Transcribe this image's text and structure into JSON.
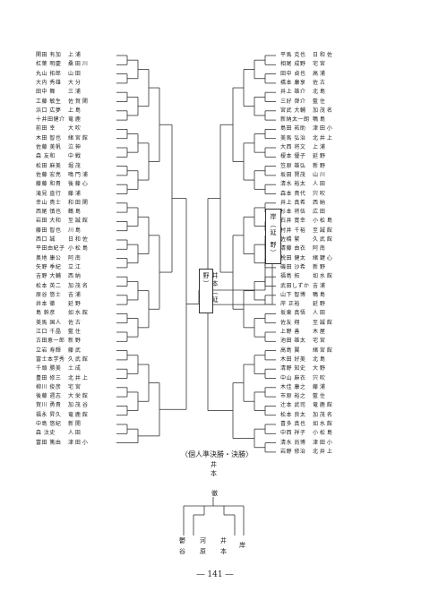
{
  "left_players": [
    {
      "name": "関田 有加",
      "school": "上 浦"
    },
    {
      "name": "杠葉 明慶",
      "school": "桑 田 川"
    },
    {
      "name": "丸山 拓郎",
      "school": "山 田"
    },
    {
      "name": "大内 秀雄",
      "school": "大 分"
    },
    {
      "name": "田中 舞",
      "school": "三 浦"
    },
    {
      "name": "工藤 敏生",
      "school": "佐 賀 関"
    },
    {
      "name": "浜口 広夢",
      "school": "上 島"
    },
    {
      "name": "十井田健介",
      "school": "竜 鹿"
    },
    {
      "name": "前田 幸",
      "school": "大 吹"
    },
    {
      "name": "木田 智也",
      "school": "緒 宮 館"
    },
    {
      "name": "佐藤 美帆",
      "school": "泣 神"
    },
    {
      "name": "森 友和",
      "school": "中 戦"
    },
    {
      "name": "松田 麻美",
      "school": "堀 茂"
    },
    {
      "name": "佐藤 宏亮",
      "school": "鳴 門 浦"
    },
    {
      "name": "藤藤 和貴",
      "school": "後 藤 心"
    },
    {
      "name": "滝見 直行",
      "school": "藤 浦"
    },
    {
      "name": "幸山 貴士",
      "school": "和 田 関"
    },
    {
      "name": "西尾 慎也",
      "school": "鶴 島"
    },
    {
      "name": "岩田 大和",
      "school": "至 誠 館"
    },
    {
      "name": "藤田 智也",
      "school": "川 島"
    },
    {
      "name": "西口 誠",
      "school": "日 和 佐"
    },
    {
      "name": "平田由紀子",
      "school": "小 松 島"
    },
    {
      "name": "奥地 康公",
      "school": "阿 南"
    },
    {
      "name": "矢野 季紀",
      "school": "立 江"
    },
    {
      "name": "吉野 大輔",
      "school": "西 納"
    },
    {
      "name": "松本 英二",
      "school": "加 茂 名"
    },
    {
      "name": "原谷 悠士",
      "school": "吉 浦"
    },
    {
      "name": "井本 徹",
      "school": "延 野"
    },
    {
      "name": "島 幹彦",
      "school": "如 水 館"
    },
    {
      "name": "美馬 国人",
      "school": "佐 古"
    },
    {
      "name": "江口 千晶",
      "school": "藍 住"
    },
    {
      "name": "古田恵一郎",
      "school": "新 野"
    },
    {
      "name": "立岩 寿輝",
      "school": "藤 武"
    },
    {
      "name": "冨士本学秀",
      "school": "久 武 館"
    },
    {
      "name": "千頭 勝美",
      "school": "土 成"
    },
    {
      "name": "豊田 修三",
      "school": "北 井 上"
    },
    {
      "name": "柳川 俊彦",
      "school": "宅 宮"
    },
    {
      "name": "後藤 週志",
      "school": "大 栄 館"
    },
    {
      "name": "賀川 勇貴",
      "school": "加 茂 谷"
    },
    {
      "name": "福永 昇久",
      "school": "竜 鹿 館"
    },
    {
      "name": "中島 悠紀",
      "school": "新 開"
    },
    {
      "name": "森 汰史",
      "school": "人 田"
    },
    {
      "name": "富田 篤由",
      "school": "津 田 小"
    }
  ],
  "right_players": [
    {
      "name": "平馬 克也",
      "school": "日 和 佐"
    },
    {
      "name": "相尾 成野",
      "school": "宅 宮"
    },
    {
      "name": "田中 貞也",
      "school": "高 浦"
    },
    {
      "name": "橋本 康享",
      "school": "佐 古"
    },
    {
      "name": "井上 雄介",
      "school": "北 島"
    },
    {
      "name": "三好 啓介",
      "school": "藍 住"
    },
    {
      "name": "宮武 大輔",
      "school": "加 茂 名"
    },
    {
      "name": "新納太一朗",
      "school": "鴨 島"
    },
    {
      "name": "島田 祐助",
      "school": "津 田 小"
    },
    {
      "name": "美馬 弘治",
      "school": "北 井 上"
    },
    {
      "name": "大西 将文",
      "school": "上 浦"
    },
    {
      "name": "榎本 優子",
      "school": "延 野"
    },
    {
      "name": "笠原 雄弘",
      "school": "新 野"
    },
    {
      "name": "坂田 賢茂",
      "school": "山 川"
    },
    {
      "name": "清水 裕太",
      "school": "人 田"
    },
    {
      "name": "森本 貴代",
      "school": "宍 吹"
    },
    {
      "name": "井上 真希",
      "school": "西 納"
    },
    {
      "name": "杉本 将伍",
      "school": "広 田"
    },
    {
      "name": "石井 寛幸",
      "school": "小 松 島"
    },
    {
      "name": "村井 千裕",
      "school": "至 誠 館"
    },
    {
      "name": "佐橋 繁",
      "school": "久 武 館"
    },
    {
      "name": "清藤 由衣",
      "school": "阿 南"
    },
    {
      "name": "税田 健太",
      "school": "緒 鍵 心"
    },
    {
      "name": "磯田 沙希",
      "school": "新 野"
    },
    {
      "name": "福島 拓",
      "school": "如 水 館"
    },
    {
      "name": "武田しずか",
      "school": "吉 浦"
    },
    {
      "name": "山下 智博",
      "school": "鴨 島"
    },
    {
      "name": "岸 正裕",
      "school": "延 野"
    },
    {
      "name": "坂東 真悟",
      "school": "人 田"
    },
    {
      "name": "佐友 翔",
      "school": "至 誠 館"
    },
    {
      "name": "上野 善",
      "school": "木 屋"
    },
    {
      "name": "池田 雄太",
      "school": "宅 宮"
    },
    {
      "name": "高島 翼",
      "school": "緒 宮 館"
    },
    {
      "name": "木田 好美",
      "school": "北 島"
    },
    {
      "name": "清野 知史",
      "school": "大 野"
    },
    {
      "name": "中山 麻衣",
      "school": "宍 吹"
    },
    {
      "name": "木佳 康之",
      "school": "藤 浦"
    },
    {
      "name": "市原 裕之",
      "school": "藍 住"
    },
    {
      "name": "辻本 武司",
      "school": "竜 鹿 館"
    },
    {
      "name": "松本 良太",
      "school": "加 茂 名"
    },
    {
      "name": "喜多 真也",
      "school": "如 水 館"
    },
    {
      "name": "中西 祥子",
      "school": "小 松 島"
    },
    {
      "name": "清水 尚博",
      "school": "津 田 小"
    },
    {
      "name": "岩野 修治",
      "school": "北 井 上"
    }
  ],
  "center": {
    "top_vertical": "岸（延 野）",
    "mid_vertical": "井本（延 野）",
    "final_label": "井本",
    "final_school": "徹（延 野）"
  },
  "final_section": {
    "title": "〈個人準決勝・決勝〉",
    "winner_line1": "井",
    "winner_line2": "本",
    "mid": "徹",
    "names": [
      {
        "a": "鬱",
        "b": "谷"
      },
      {
        "a": "河",
        "b": "原"
      },
      {
        "a": "井",
        "b": "本"
      },
      {
        "a": "岸",
        "b": ""
      }
    ]
  },
  "page_number": "― 141 ―"
}
